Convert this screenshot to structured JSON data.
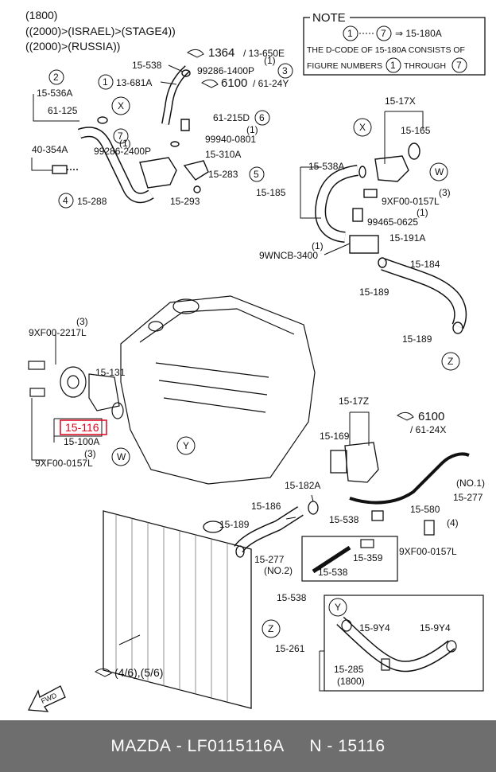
{
  "header_lines": [
    "(1800)",
    "((2000)>(ISRAEL)>(STAGE4))",
    "((2000)>(RUSSIA))"
  ],
  "note": {
    "title": "NOTE",
    "circle_a": "1",
    "circle_b": "7",
    "ref": "⇒ 15-180A",
    "line2": "THE D-CODE OF 15-180A CONSISTS OF",
    "line3_a": "FIGURE NUMBERS",
    "line3_b": "THROUGH"
  },
  "labels": {
    "l_1364": "1364",
    "l_13650e": "/ 13-650E",
    "l_15538_top": "15-538",
    "l_99286_1400p": "99286-1400P",
    "l_1_a": "(1)",
    "c_3": "3",
    "c_1": "1",
    "l_13681a": "13-681A",
    "l_6100_top": "6100",
    "l_6124y": "/ 61-24Y",
    "c_2": "2",
    "l_15536a": "15-536A",
    "c_x_left": "X",
    "l_61125": "61-125",
    "l_61215d": "61-215D",
    "c_6": "6",
    "c_7": "7",
    "l_1_b": "(1)",
    "l_99286_2400p": "99286-2400P",
    "l_1_c": "(1)",
    "l_99940_0801": "99940-0801",
    "l_40354a": "40-354A",
    "l_15310a": "15-310A",
    "l_15283": "15-283",
    "c_5": "5",
    "c_4": "4",
    "l_15288": "15-288",
    "l_15293": "15-293",
    "l_1517x": "15-17X",
    "c_x_right": "X",
    "l_15165": "15-165",
    "l_15538a_r": "15-538A",
    "c_w_right": "W",
    "l_15185": "15-185",
    "l_3_a": "(3)",
    "l_9xf00_0157l_a": "9XF00-0157L",
    "l_1_d": "(1)",
    "l_99465_0625": "99465-0625",
    "l_1_e": "(1)",
    "l_15191a": "15-191A",
    "l_9wncb_3400": "9WNCB-3400",
    "l_15184": "15-184",
    "l_15189_a": "15-189",
    "l_15189_b": "15-189",
    "c_z_right": "Z",
    "l_3_b": "(3)",
    "l_9xf00_2217l": "9XF00-2217L",
    "l_15131": "15-131",
    "l_15116": "15-116",
    "l_15100a": "15-100A",
    "l_3_c": "(3)",
    "l_9xf00_0157l_b": "9XF00-0157L",
    "c_w_left": "W",
    "c_y_engine": "Y",
    "l_1517z": "15-17Z",
    "l_6100_mid": "6100",
    "l_6124x": "/ 61-24X",
    "l_15169": "15-169",
    "l_no1": "(NO.1)",
    "l_15277_a": "15-277",
    "l_15182a": "15-182A",
    "l_15186": "15-186",
    "l_15580": "15-580",
    "l_15538_mid": "15-538",
    "l_15189_c": "15-189",
    "l_4_a": "(4)",
    "l_9xf00_0157l_c": "9XF00-0157L",
    "l_15277_b": "15-277",
    "l_no2": "(NO.2)",
    "l_15359": "15-359",
    "l_15538_b": "15-538",
    "l_15538_c": "15-538",
    "c_z_bottom": "Z",
    "c_y_bottom": "Y",
    "l_159y4_a": "15-9Y4",
    "l_159y4_b": "15-9Y4",
    "l_15261": "15-261",
    "l_15285": "15-285",
    "l_1800": "(1800)",
    "l_46_56": "(4/6),(5/6)",
    "l_fwd": "FWD"
  },
  "footer": {
    "brand": "MAZDA",
    "part_number": "LF0115116A",
    "catalog_number": "N - 15116"
  }
}
